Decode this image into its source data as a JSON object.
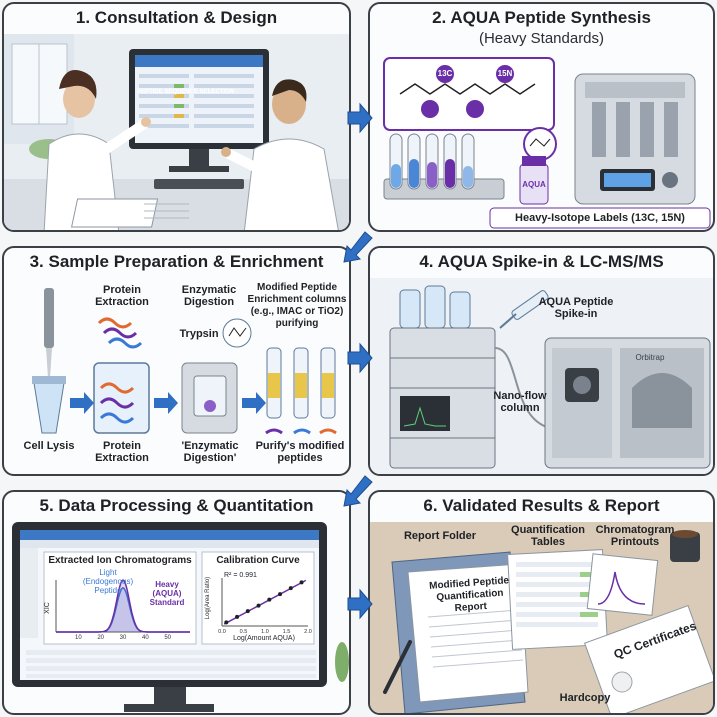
{
  "panels": {
    "p1": {
      "title": "1. Consultation & Design",
      "screen_header": "PEPTIDE SEQUENCE SELECTION"
    },
    "p2": {
      "title": "2. AQUA Peptide Synthesis",
      "subtitle": "(Heavy Standards)",
      "iso_c": "13C",
      "iso_n": "15N",
      "vial_label": "AQUA",
      "heavy_label": "Heavy-Isotope Labels (13C, 15N)"
    },
    "p3": {
      "title": "3. Sample Preparation & Enrichment",
      "protein_extraction_top": "Protein Extraction",
      "enzymatic_digestion_top": "Enzymatic Digestion",
      "enrichment_columns": "Modified Peptide Enrichment columns (e.g., IMAC or TiO2) purifying",
      "trypsin": "Trypsin",
      "cell_lysis": "Cell Lysis",
      "protein_extraction_bottom": "Protein Extraction",
      "enzymatic_digestion_bottom": "'Enzymatic Digestion'",
      "purify": "Purify's modified peptides"
    },
    "p4": {
      "title": "4. AQUA Spike-in & LC-MS/MS",
      "spike_in": "AQUA Peptide Spike-in",
      "nano_flow": "Nano-flow column",
      "orbitrap": "Orbitrap"
    },
    "p5": {
      "title": "5. Data Processing & Quantitation",
      "xic_title": "Extracted Ion Chromatograms",
      "light_label": "Light (Endogenous) Peptide",
      "heavy_label": "Heavy (AQUA) Standard",
      "xic_axis": "XIC",
      "calib_title": "Calibration Curve",
      "r2": "R² = 0.991",
      "calib_xlabel": "Log(Amount AQUA)",
      "calib_ylabel": "Log(Area Ratio)"
    },
    "p6": {
      "title": "6. Validated Results & Report",
      "report_folder": "Report Folder",
      "quant_tables": "Quantification Tables",
      "chrom_printouts": "Chromatogram Printouts",
      "report_title": "Modified Peptide Quantification Report",
      "qc": "QC Certificates",
      "hardcopy": "Hardcopy"
    }
  },
  "chart_data": [
    {
      "type": "line",
      "title": "Extracted Ion Chromatograms",
      "ylabel": "XIC",
      "xlabel": "",
      "x_ticks": [
        10,
        20,
        30,
        40,
        50
      ],
      "xlim": [
        0,
        60
      ],
      "series": [
        {
          "name": "Light (Endogenous) Peptide",
          "peak_x": 30,
          "peak_height": 0.85
        },
        {
          "name": "Heavy (AQUA) Standard",
          "peak_x": 30,
          "peak_height": 1.0
        }
      ]
    },
    {
      "type": "scatter",
      "title": "Calibration Curve",
      "xlabel": "Log(Amount AQUA)",
      "ylabel": "Log(Area Ratio)",
      "annotation": "R² = 0.991",
      "xlim": [
        0.0,
        2.0
      ],
      "ylim": [
        0.0,
        2.0
      ],
      "x_ticks": [
        0.0,
        0.5,
        1.0,
        1.5,
        2.0
      ],
      "x": [
        0.1,
        0.35,
        0.6,
        0.85,
        1.1,
        1.35,
        1.6,
        1.85
      ],
      "y": [
        0.15,
        0.38,
        0.62,
        0.85,
        1.1,
        1.33,
        1.58,
        1.82
      ]
    }
  ],
  "colors": {
    "flow_arrow": "#2f6fc4",
    "heavy": "#6a2fa6",
    "light": "#3a7ad6",
    "panel_border": "#3b3f46"
  }
}
